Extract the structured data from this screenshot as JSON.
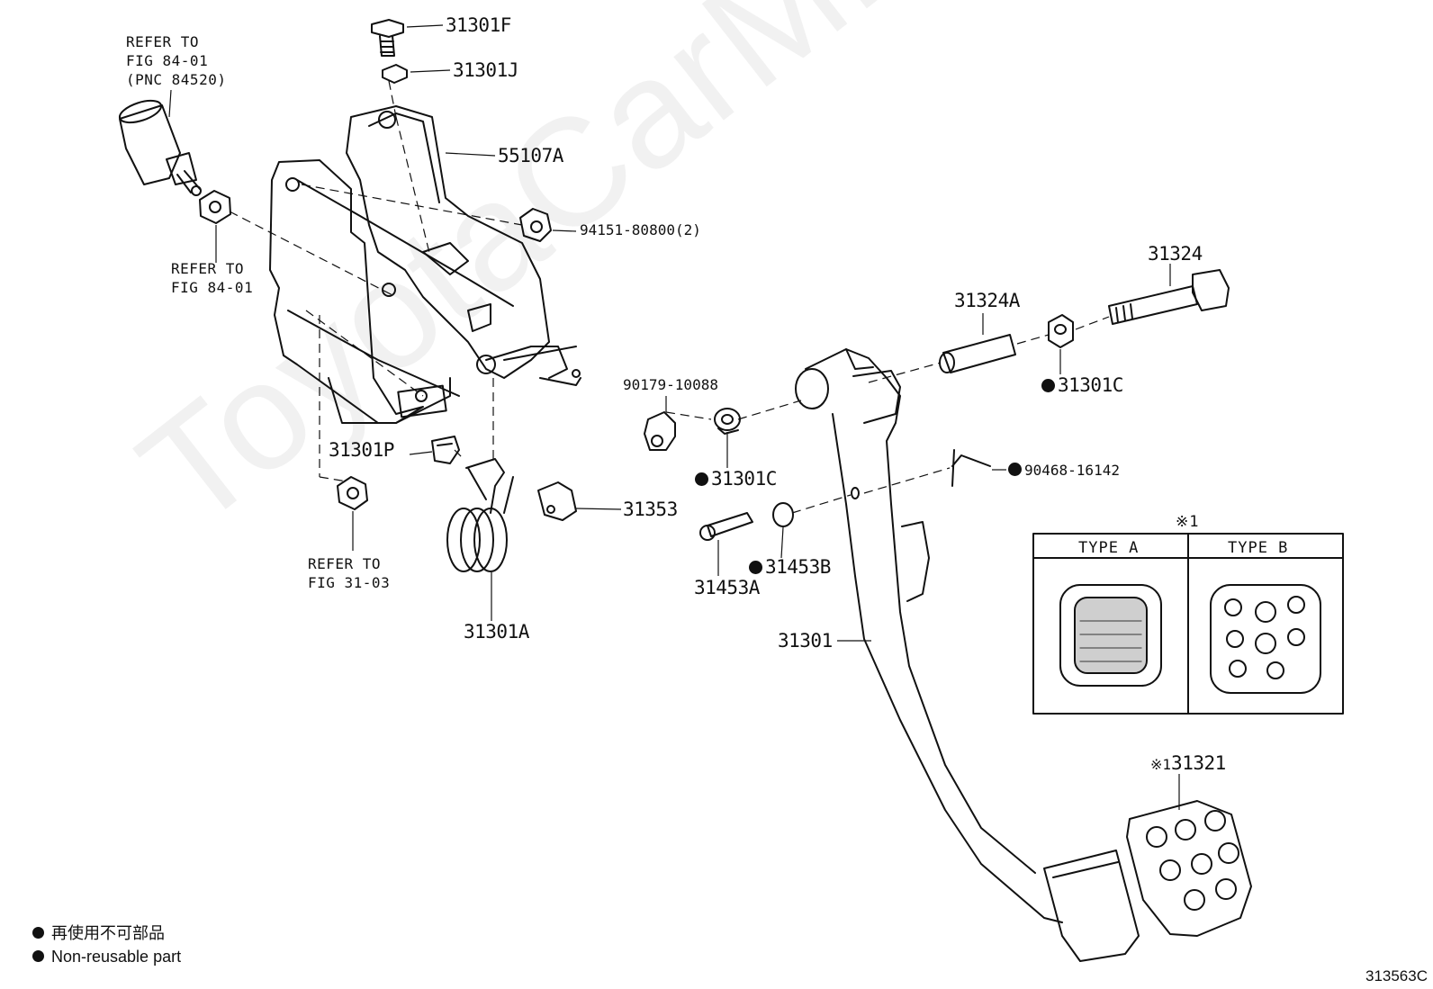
{
  "watermark": "ToyotaCarMine.ru",
  "figure_number": "313563C",
  "legend": {
    "line_jp": "再使用不可部品",
    "line_en": "Non-reusable part"
  },
  "parts": {
    "p31301F": "31301F",
    "p31301J": "31301J",
    "p55107A": "55107A",
    "p94151": "94151-80800(2)",
    "p31324": "31324",
    "p31324A": "31324A",
    "p31301C_top": "31301C",
    "p90179": "90179-10088",
    "p31301C_mid": "31301C",
    "p90468": "90468-16142",
    "p31301P": "31301P",
    "p31353": "31353",
    "p31453B": "31453B",
    "p31453A": "31453A",
    "p31301A": "31301A",
    "p31301": "31301",
    "p31321": "31321",
    "p31321_mark": "※1"
  },
  "refs": {
    "ref_84520": "REFER TO\nFIG 84-01\n(PNC 84520)",
    "ref_8401": "REFER TO\nFIG 84-01",
    "ref_3103": "REFER TO\nFIG 31-03"
  },
  "type_table": {
    "mark": "※1",
    "type_a": "TYPE  A",
    "type_b": "TYPE  B"
  }
}
